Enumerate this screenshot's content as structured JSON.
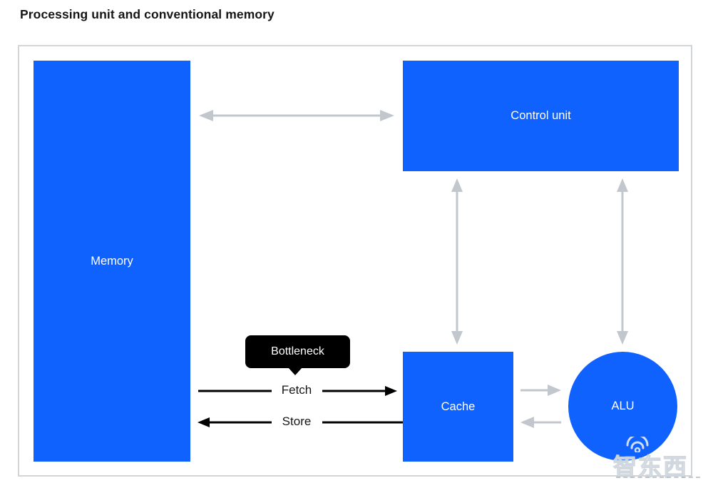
{
  "title": "Processing unit and conventional memory",
  "diagram": {
    "nodes": {
      "memory": {
        "label": "Memory"
      },
      "control_unit": {
        "label": "Control unit"
      },
      "cache": {
        "label": "Cache"
      },
      "alu": {
        "label": "ALU"
      }
    },
    "tooltip": {
      "label": "Bottleneck"
    },
    "arrows": {
      "fetch": {
        "label": "Fetch",
        "direction": "memory-to-cache"
      },
      "store": {
        "label": "Store",
        "direction": "cache-to-memory"
      },
      "memory_control": {
        "type": "bidirectional"
      },
      "control_cache": {
        "type": "bidirectional"
      },
      "control_alu": {
        "type": "bidirectional"
      },
      "cache_alu": {
        "type": "one-way-right"
      },
      "alu_cache": {
        "type": "one-way-left"
      }
    }
  },
  "colors": {
    "node_fill": "#0f62fe",
    "node_text": "#ffffff",
    "gray_arrow": "#c1c7cd",
    "black_arrow": "#000000",
    "tooltip_bg": "#000000",
    "tooltip_text": "#ffffff",
    "panel_border": "#d2d5d8",
    "title_text": "#161616"
  },
  "watermark": {
    "text": "智东西"
  }
}
